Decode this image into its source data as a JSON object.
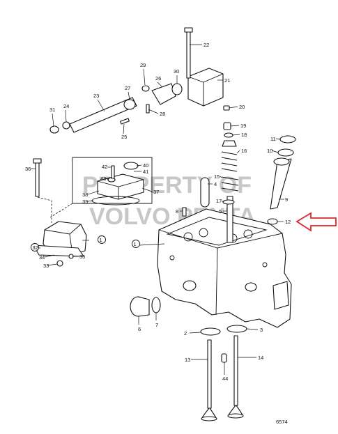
{
  "diagram": {
    "figure_number": "6574",
    "watermark": [
      "PROPERTY OF",
      "VOLVO PENTA"
    ],
    "highlight_color": "#e0242b",
    "line_color": "#111111",
    "labels": [
      "1",
      "1",
      "2",
      "3",
      "4",
      "5",
      "6",
      "7",
      "8",
      "9",
      "10",
      "11",
      "12",
      "13",
      "14",
      "15",
      "16",
      "17",
      "18",
      "19",
      "20",
      "21",
      "22",
      "23",
      "24",
      "25",
      "26",
      "27",
      "28",
      "29",
      "30",
      "31",
      "32",
      "33",
      "34",
      "35",
      "36",
      "37",
      "38",
      "39",
      "40",
      "41",
      "42",
      "43",
      "44"
    ]
  }
}
